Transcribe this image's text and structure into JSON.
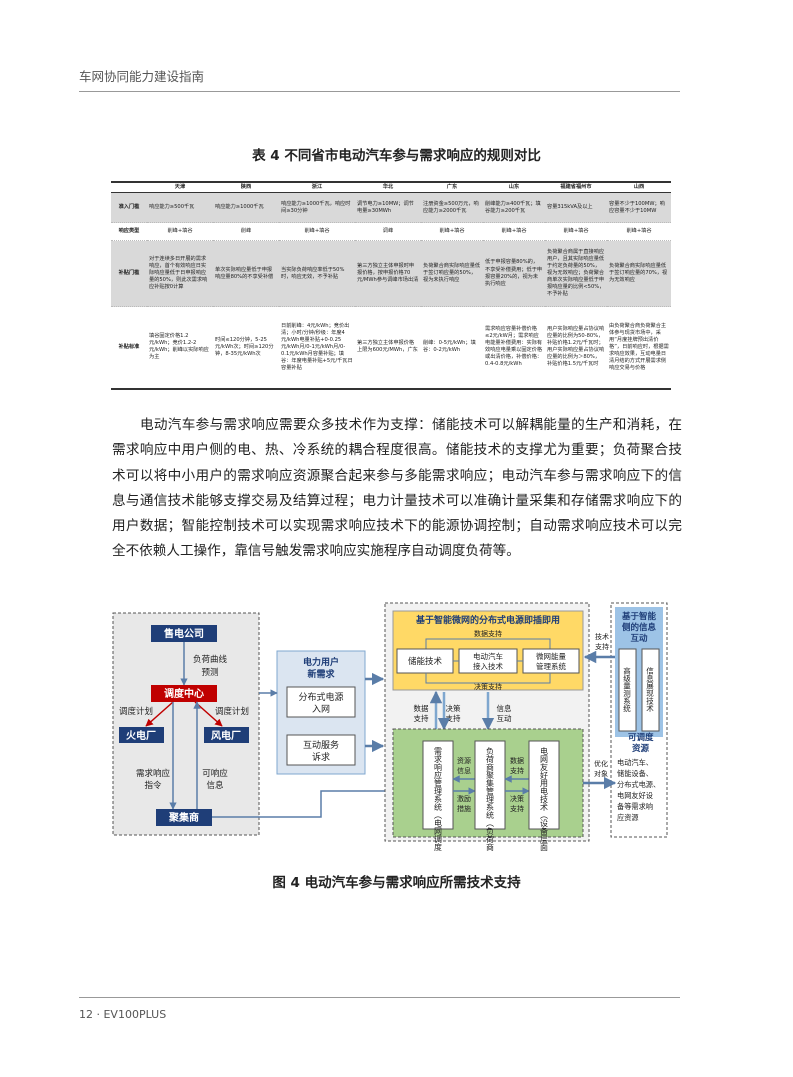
{
  "header": {
    "title": "车网协同能力建设指南"
  },
  "table": {
    "caption": "表 4  不同省市电动汽车参与需求响应的规则对比",
    "columns": [
      "",
      "天津",
      "陕西",
      "浙江",
      "华北",
      "广东",
      "山东",
      "福建省福州市",
      "山西"
    ],
    "rows": [
      {
        "label": "准入门槛",
        "cells": [
          "响应能力≥500千瓦",
          "响应能力≥1000千瓦",
          "响应能力≥1000千瓦，响应时间≥30分钟",
          "调节电力≥10MW；调节电量≥30MWh",
          "注册资金≥500万元，响应能力≥2000千瓦",
          "削峰能力≥400千瓦；填谷能力≥200千瓦",
          "容量315kVA及以上",
          "容量不少于100MW；响应容量不少于10MW"
        ]
      },
      {
        "label": "响应类型",
        "cells": [
          "削峰+填谷",
          "削峰",
          "削峰+填谷",
          "调峰",
          "削峰+填谷",
          "削峰+填谷",
          "削峰+填谷",
          "削峰+填谷"
        ]
      },
      {
        "label": "补贴门槛",
        "cells": [
          "对于连续多日开展的需求响应，首个有效响应日实际响应量低于日申报响应量的50%，则此次需求响应补贴按0计算",
          "单次实际响应量低于申报响应量80%的不享受补偿",
          "当实际负荷响应率低于50%时，响应无效，不予补贴",
          "第三方独立主体申报时申报价格，按申报价格70元/MWh参与调峰市场出清",
          "负荷聚合商实际响应量低于签订响应量的50%，视为未执行响应",
          "低于申报容量80%的，不享受补偿费用；低于申报容量20%的，视为未执行响应",
          "负荷聚合商属于直接响应用户，且其实际响应量低于约定负荷量的50%，视为无效响应；负荷聚合商单次实际响应量低于申报响应量的比例<50%，不予补贴",
          "负荷聚合商实际响应量低于签订响应量的70%，视为无效响应"
        ]
      },
      {
        "label": "补贴标准",
        "cells": [
          "填谷固定价格1.2元/kWh；竞价1.2-2元/kWh；削峰以实际响应为主",
          "时间≤120分钟，5-25元/kWh次；时间≥120分钟，8-35元/kWh次",
          "日前削峰：4元/kWh；竞价出清；小时/分钟/秒级：年度4元/kWh电量补贴+0-0.25元/kWh月/0-1元/kWh月/0-0.1元/kWh月容量补贴；填谷：年度电量补贴+5元/千瓦日容量补贴",
          "第三方独立主体申报价格上限为600元/MWh，广东",
          "削峰：0-5元/kWh；填谷：0-2元/kWh",
          "需求响应容量补偿价格≤2元/kW月；需求响应电能量补偿费用：实际有效响应电量乘以固定价格或出清价格，补偿价格：0.4-0.8元/kWh",
          "用户实际响应量占协议响应量的比例为50-80%，补贴价格1.2元/千瓦时；用户实际响应量占协议响应量的比例为＞80%，补贴价格1.5元/千瓦时",
          "由负荷聚合商负荷聚合主体参与现货市场中，采用“月度挂牌预出清价格”，日前响应时，根据需求响应效果，互动电量日清月结的方式开展需求侧响应交易与价格"
        ]
      }
    ]
  },
  "paragraph": "电动汽车参与需求响应需要众多技术作为支撑：储能技术可以解耦能量的生产和消耗，在需求响应中用户侧的电、热、冷系统的耦合程度很高。储能技术的支撑尤为重要；负荷聚合技术可以将中小用户的需求响应资源聚合起来参与多能需求响应；电动汽车参与需求响应下的信息与通信技术能够支撑交易及结算过程；电力计量技术可以准确计量采集和存储需求响应下的用户数据；智能控制技术可以实现需求响应技术下的能源协调控制；自动需求响应技术可以完全不依赖人工操作，靠信号触发需求响应实施程序自动调度负荷等。",
  "figure": {
    "caption": "图 4  电动汽车参与需求响应所需技术支持",
    "left": {
      "power_co": "售电公司",
      "curve_1": "负荷曲线",
      "curve_2": "预测",
      "dispatch": "调度中心",
      "plan_left": "调度计划",
      "plan_right": "调度计划",
      "thermal": "火电厂",
      "wind": "风电厂",
      "dr_cmd_1": "需求响应",
      "dr_cmd_2": "指令",
      "avail_1": "可响应",
      "avail_2": "信息",
      "aggregator": "聚集商"
    },
    "demand": {
      "title_1": "电力用户",
      "title_2": "新需求",
      "item1_1": "分布式电源",
      "item1_2": "入网",
      "item2_1": "互动服务",
      "item2_2": "诉求"
    },
    "top": {
      "title": "基于智能微网的分布式电源即插即用",
      "data_support": "数据支持",
      "storage": "储能技术",
      "ev_1": "电动汽车",
      "ev_2": "接入技术",
      "micro_1": "微网能量",
      "micro_2": "管理系统",
      "decision": "决策支持"
    },
    "mid": {
      "data_1": "数据",
      "data_2": "支持",
      "dec_1": "决策",
      "dec_2": "支持",
      "info_1": "信息",
      "info_2": "互动"
    },
    "bottom": {
      "grid_sys": "需求响应管理系统（电网调度层面）",
      "res_info_1": "资源",
      "res_info_2": "信息",
      "incentive_1": "激励",
      "incentive_2": "措施",
      "agg_sys": "负荷商聚集管理系统（负荷商层面）",
      "data_1": "数据",
      "data_2": "支持",
      "dec_1": "决策",
      "dec_2": "支持",
      "friendly": "电网友好用电技术（设备层面）"
    },
    "right": {
      "tech_1": "技术",
      "tech_2": "支持",
      "info_title_1": "基于智能",
      "info_title_2": "侧的信息",
      "info_title_3": "互动",
      "meter": "高级量测系统",
      "display": "信息展现技术",
      "opt_1": "优化",
      "opt_2": "对象",
      "res_title_1": "可调度",
      "res_title_2": "资源",
      "res_items": [
        "电动汽车、",
        "储能设备、",
        "分布式电源、",
        "电网友好设",
        "备等需求响",
        "应资源"
      ]
    }
  },
  "footer": {
    "text": "12 · EV100PLUS"
  }
}
